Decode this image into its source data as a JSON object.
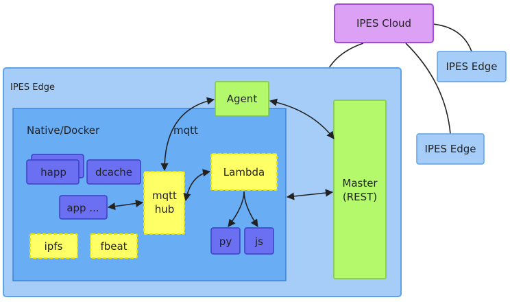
{
  "diagram": {
    "cloud": "IPES Cloud",
    "edge_remote_1": "IPES Edge",
    "edge_remote_2": "IPES Edge",
    "edge_main": "IPES Edge",
    "native_docker": "Native/Docker",
    "agent": "Agent",
    "mqtt_label": "mqtt",
    "master_line1": "Master",
    "master_line2": "(REST)",
    "mqtt_hub_line1": "mqtt",
    "mqtt_hub_line2": "hub",
    "lambda": "Lambda",
    "happ": "happ",
    "dcache": "dcache",
    "app": "app ...",
    "ipfs": "ipfs",
    "fbeat": "fbeat",
    "py": "py",
    "js": "js"
  },
  "colors": {
    "cloud_fill": "#dca0f5",
    "cloud_stroke": "#a04cd8",
    "edge_fill": "#a5cdf7",
    "edge_stroke": "#5ea2e8",
    "inner_fill": "#69adf5",
    "inner_stroke": "#3f85d9",
    "agent_fill": "#b4f96b",
    "agent_stroke": "#7ec83a",
    "component_fill": "#6b6ff2",
    "component_stroke": "#3b3fc4",
    "yellow_fill": "#ffff66",
    "yellow_stroke": "#e6e600"
  }
}
